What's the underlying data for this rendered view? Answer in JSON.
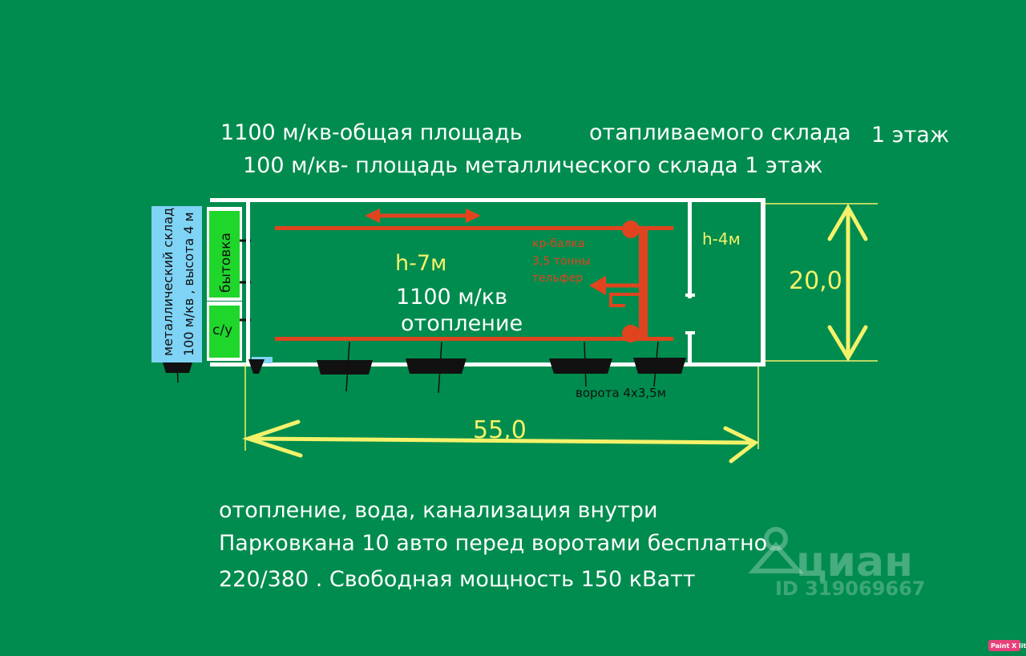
{
  "header": {
    "line1_a": "1100 м/кв-общая площадь",
    "line1_b": "отапливаемого склада",
    "line1_c": "1 этаж",
    "line2": "100 м/кв- площадь металлического склада  1 этаж"
  },
  "plan": {
    "metal_store_line1": "металлический склад",
    "metal_store_line2": "100 м/кв , высота 4 м",
    "room_cabin": "бытовка",
    "room_wc": "с/у",
    "height_main": "h-7м",
    "area_main": "1100 м/кв",
    "heating": "отопление",
    "crane_line1": "кр-балка",
    "crane_line2": "3,5 тонны",
    "crane_line3": "тельфер",
    "height_right": "h-4м",
    "gates": "ворота 4х3,5м",
    "dim_width": "20,0",
    "dim_length": "55,0"
  },
  "footer": {
    "line1": "отопление, вода, канализация  внутри",
    "line2": "Парковкана 10 авто перед воротами  бесплатно",
    "line3": "220/380 . Свободная мощность 150 кВатт"
  },
  "watermark": {
    "brand": "циан",
    "listing_id": "ID 319069667"
  },
  "badge": {
    "label": "Paint X lite"
  },
  "colors": {
    "background": "#008c4e",
    "dimension": "#f4f26a",
    "crane": "#e0441f",
    "room": "#1fd62b",
    "metal_store": "#7fd3f5"
  }
}
